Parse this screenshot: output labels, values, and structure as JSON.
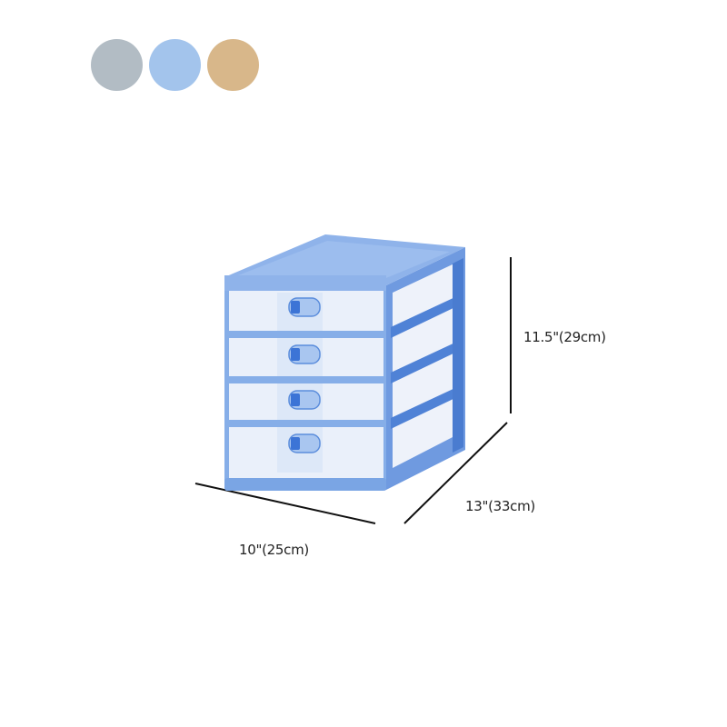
{
  "color_options": [
    {
      "name": "gray",
      "color": "#b2bcc4"
    },
    {
      "name": "blue",
      "color": "#a3c4ec"
    },
    {
      "name": "khaki",
      "color": "#d8b78a"
    }
  ],
  "product": {
    "drawer_count": 4,
    "frame_color": "#7fa9e6",
    "frame_dark": "#4f82d6",
    "handle_color": "#3c74d6"
  },
  "dimensions": {
    "height": "11.5\"(29cm)",
    "depth": "13\"(33cm)",
    "width": "10\"(25cm)"
  }
}
